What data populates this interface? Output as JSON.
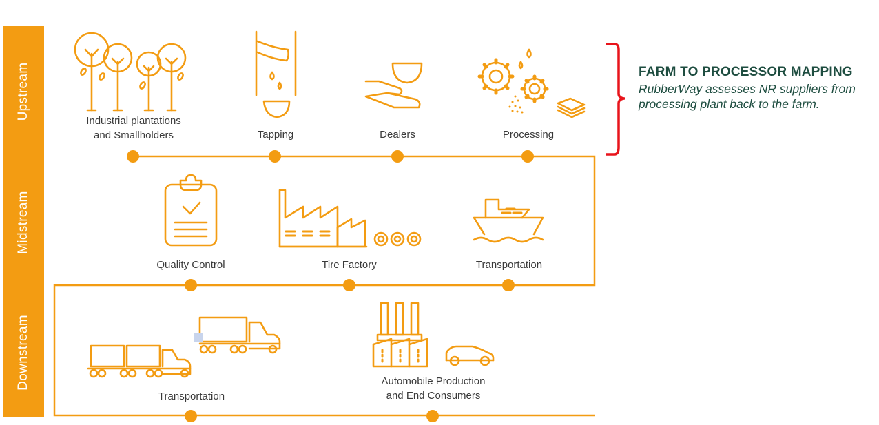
{
  "colors": {
    "accent": "#f39c12",
    "bracket": "#e8141b",
    "callout_text": "#1e4d40",
    "label_text": "#3a3a3a"
  },
  "stages": [
    {
      "name": "Upstream"
    },
    {
      "name": "Midstream"
    },
    {
      "name": "Downstream"
    }
  ],
  "upstream": {
    "steps": [
      {
        "label_line1": "Industrial plantations",
        "label_line2": "and Smallholders",
        "icon": "trees-icon"
      },
      {
        "label_line1": "Tapping",
        "icon": "tapping-icon"
      },
      {
        "label_line1": "Dealers",
        "icon": "hand-bowl-icon"
      },
      {
        "label_line1": "Processing",
        "icon": "gears-icon"
      }
    ]
  },
  "midstream": {
    "steps": [
      {
        "label_line1": "Quality Control",
        "icon": "clipboard-check-icon"
      },
      {
        "label_line1": "Tire Factory",
        "icon": "factory-tires-icon"
      },
      {
        "label_line1": "Transportation",
        "icon": "cargo-ship-icon"
      }
    ]
  },
  "downstream": {
    "steps": [
      {
        "label_line1": "Transportation",
        "icon": "trucks-icon"
      },
      {
        "label_line1": "Automobile Production",
        "label_line2": "and End Consumers",
        "icon": "factory-car-icon"
      }
    ]
  },
  "callout": {
    "title": "FARM TO PROCESSOR MAPPING",
    "description": "RubberWay assesses NR suppliers from processing plant back to the farm."
  }
}
